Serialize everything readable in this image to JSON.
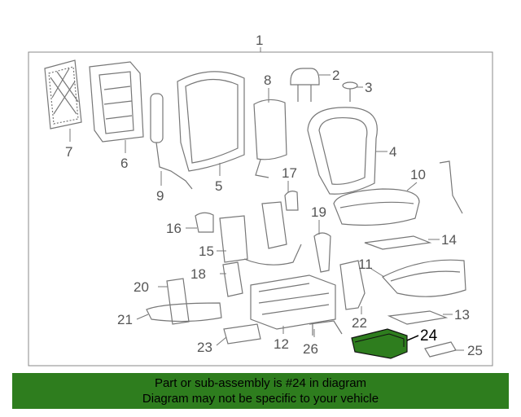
{
  "diagram": {
    "callouts": [
      "1",
      "2",
      "3",
      "4",
      "5",
      "6",
      "7",
      "8",
      "9",
      "10",
      "11",
      "12",
      "13",
      "14",
      "15",
      "16",
      "17",
      "18",
      "19",
      "20",
      "21",
      "22",
      "23",
      "24",
      "25",
      "26"
    ],
    "highlighted_part": "24"
  },
  "banner": {
    "line1": "Part or sub-assembly is #24 in diagram",
    "line2": "Diagram may not be specific to your vehicle"
  },
  "colors": {
    "highlight": "#2e7d1e",
    "line": "#777777",
    "banner_bg": "#2e7d1e"
  }
}
